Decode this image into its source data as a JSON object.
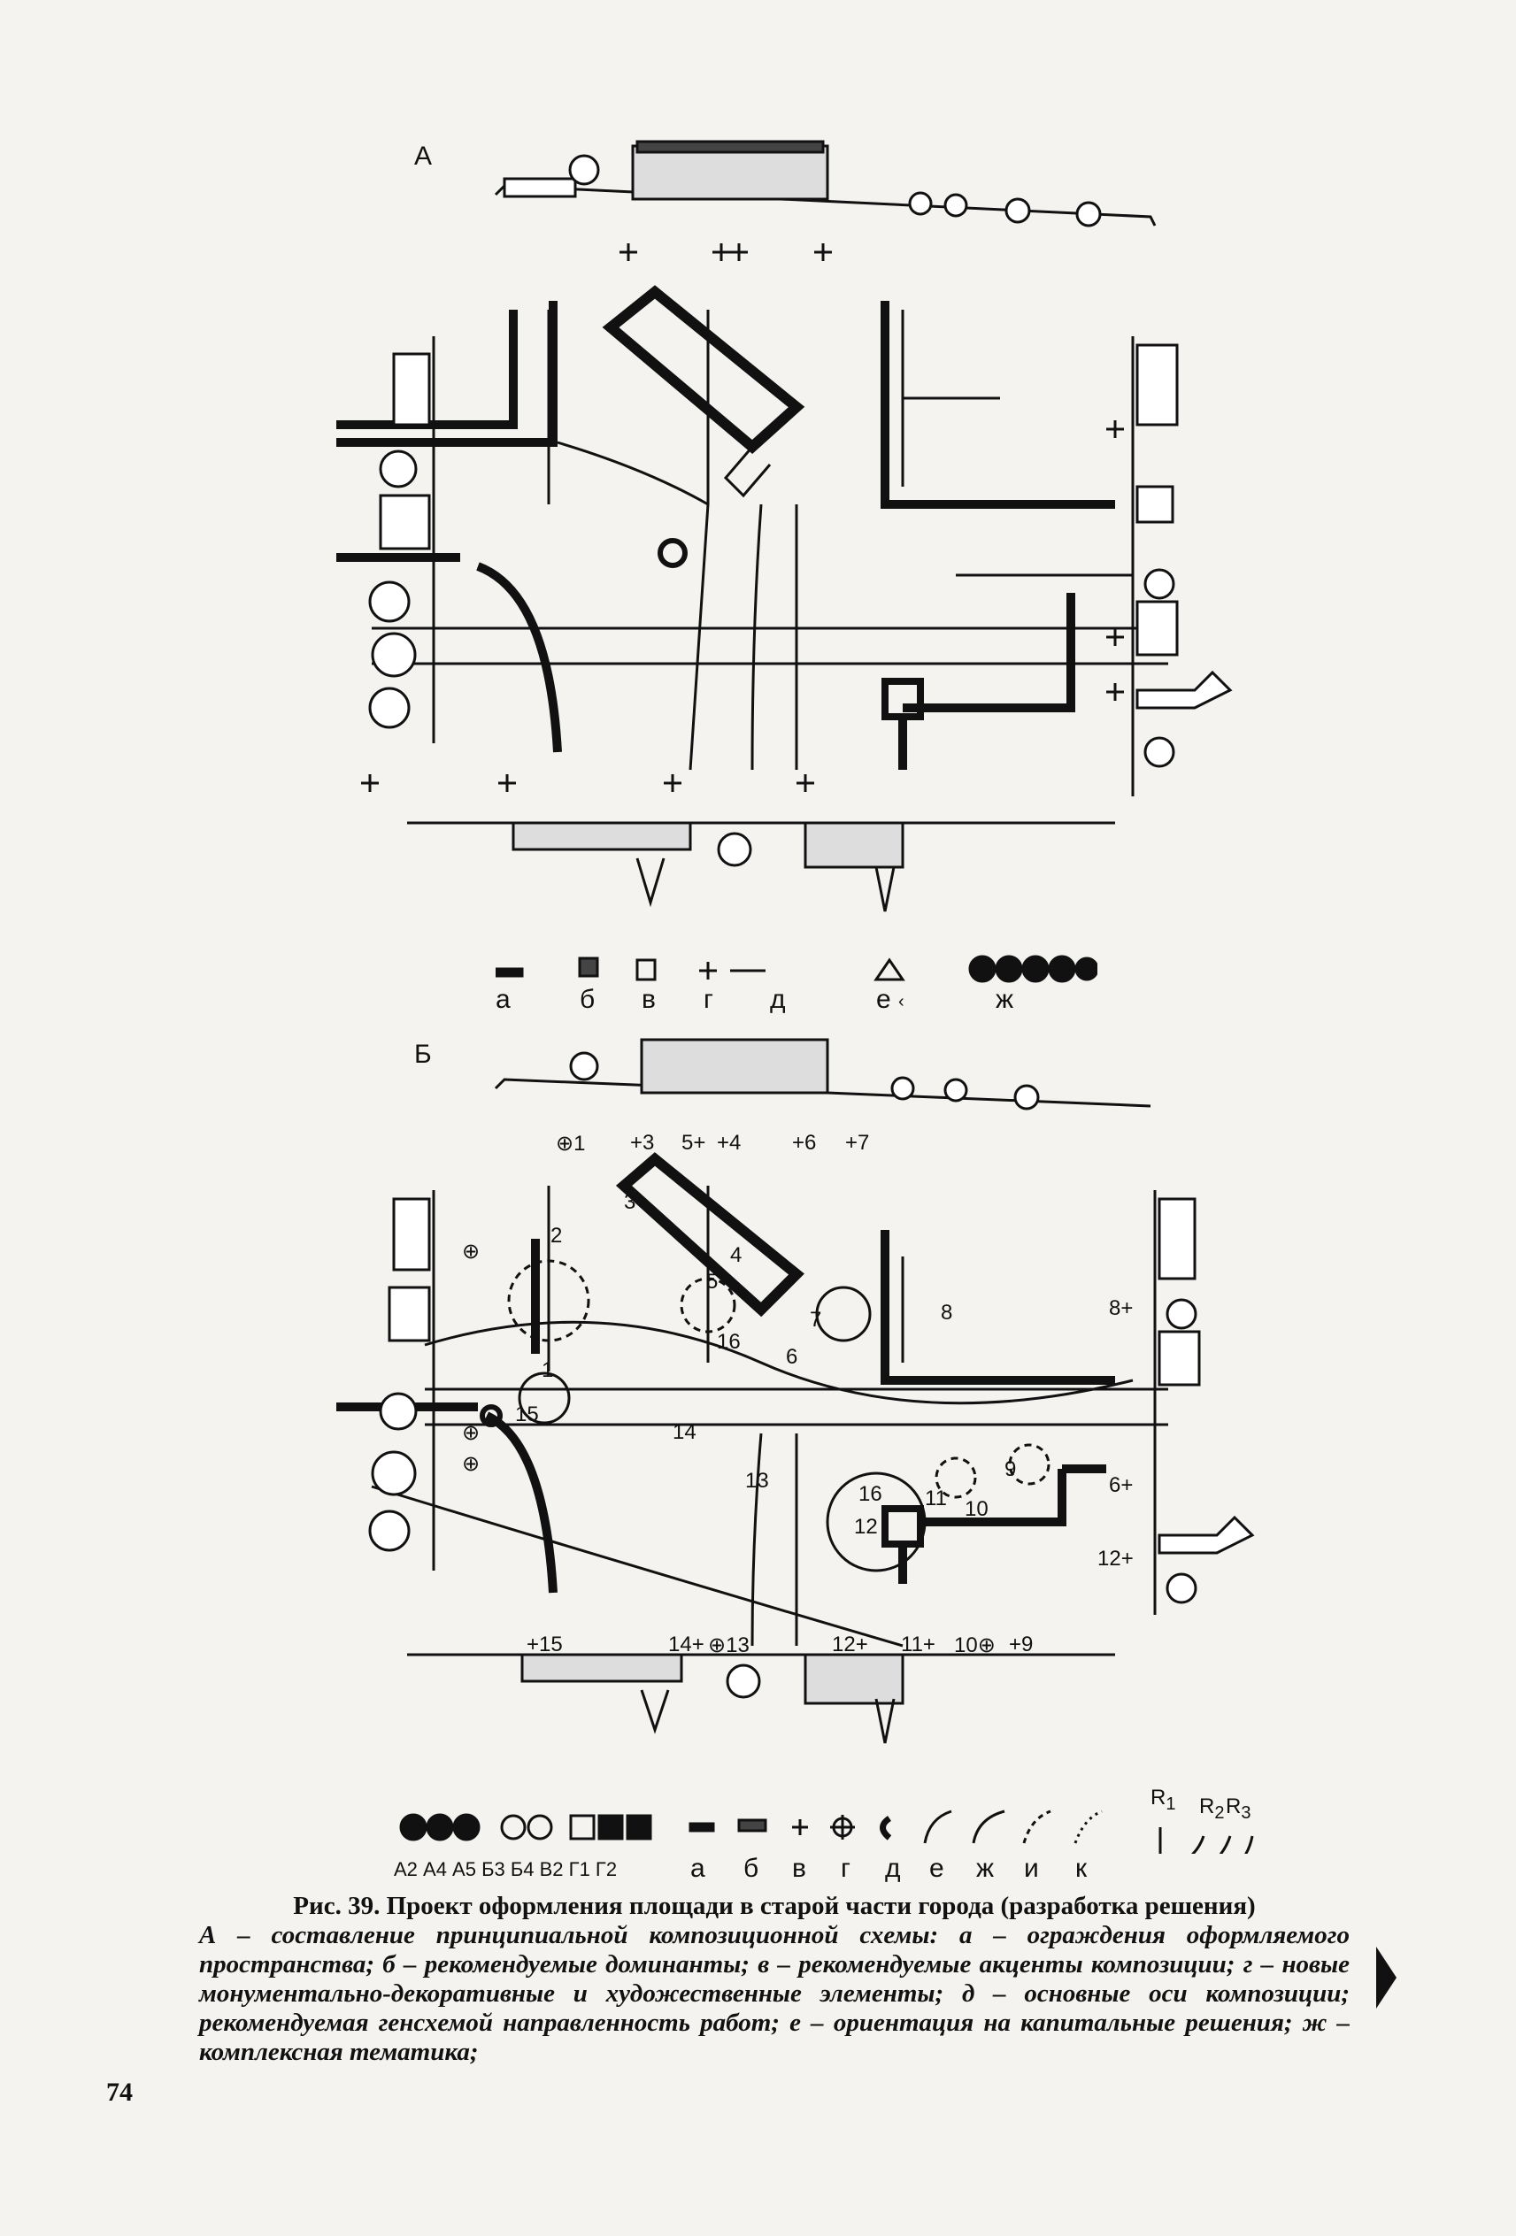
{
  "panels": {
    "a": {
      "letter": "А"
    },
    "b": {
      "letter": "Б"
    }
  },
  "legend_a": {
    "letters": [
      "а",
      "б",
      "в",
      "г",
      "д",
      "е",
      "ж"
    ],
    "stray": "‹"
  },
  "panel_b_markers": {
    "top": [
      "1",
      "3",
      "5",
      "4",
      "6",
      "7"
    ],
    "right": [
      "8",
      "6",
      "12"
    ],
    "bottom": [
      "15",
      "14",
      "13",
      "12",
      "11",
      "10",
      "9"
    ],
    "plan": [
      "1",
      "2",
      "3",
      "4",
      "5",
      "6",
      "7",
      "8",
      "9",
      "10",
      "11",
      "12",
      "13",
      "14",
      "15",
      "16",
      "16"
    ]
  },
  "legend_b": {
    "codes": "А2 А4 А5 Б3 Б4 В2 Г1 Г2",
    "letters": [
      "а",
      "б",
      "в",
      "г",
      "д",
      "е",
      "ж",
      "и",
      "к"
    ],
    "radii": [
      "R",
      "1",
      "R",
      "2",
      "R",
      "3"
    ]
  },
  "caption": {
    "title": "Рис. 39. Проект оформления площади в старой части города (разработка решения)",
    "description": "А – составление принципиальной композиционной схемы: а – ограждения оформляемого пространства; б – рекомендуемые доминанты; в – рекомендуемые акценты композиции; г – новые монументально-декоративные и художественные элементы; д – основные оси композиции; рекомендуемая генсхемой направленность работ; е – ориентация на капитальные решения; ж – комплексная тематика;"
  },
  "page_number": "74"
}
